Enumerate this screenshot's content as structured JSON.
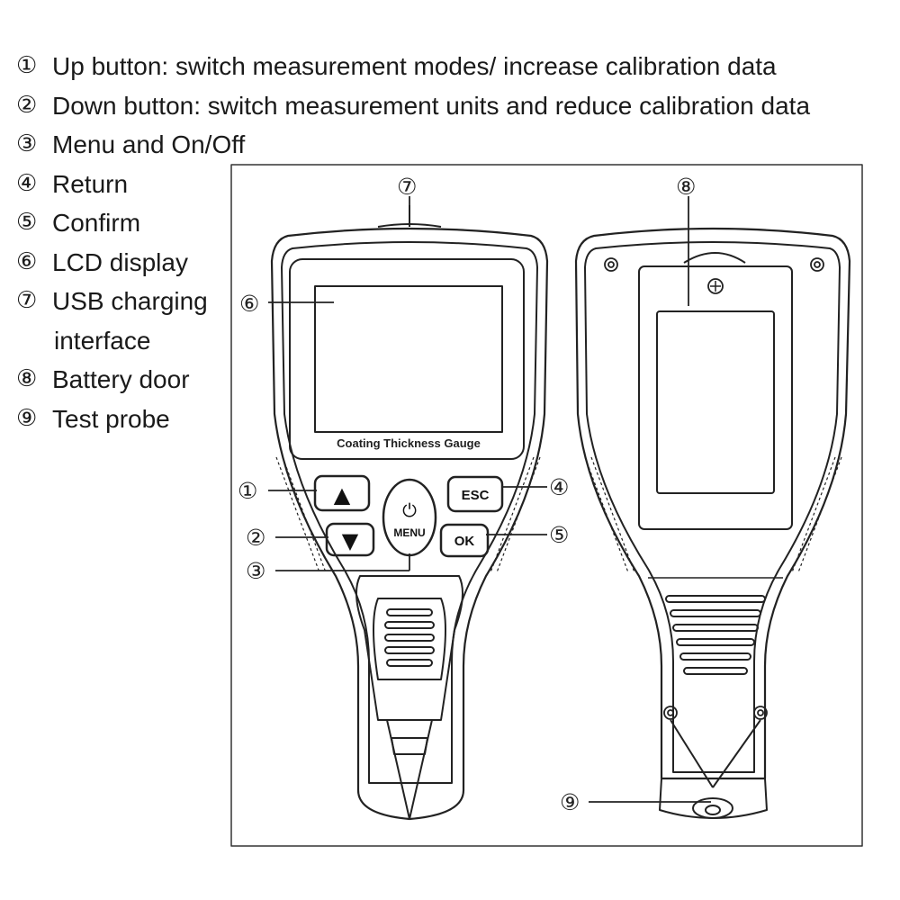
{
  "legend": [
    {
      "num": "①",
      "text": "Up button: switch measurement modes/ increase calibration data"
    },
    {
      "num": "②",
      "text": "Down button: switch measurement units and reduce calibration data"
    },
    {
      "num": "③",
      "text": "Menu and On/Off"
    },
    {
      "num": "④",
      "text": "Return"
    },
    {
      "num": "⑤",
      "text": "Confirm"
    },
    {
      "num": "⑥",
      "text": "LCD display"
    },
    {
      "num": "⑦",
      "text": "USB charging",
      "text2": "interface"
    },
    {
      "num": "⑧",
      "text": "Battery door"
    },
    {
      "num": "⑨",
      "text": "Test probe"
    }
  ],
  "device": {
    "label": "Coating Thickness Gauge",
    "esc_label": "ESC",
    "ok_label": "OK",
    "menu_label": "MENU",
    "power_glyph": "⏻",
    "up_glyph": "▲",
    "down_glyph": "▼"
  },
  "callouts": {
    "c1": "①",
    "c2": "②",
    "c3": "③",
    "c4": "④",
    "c5": "⑤",
    "c6": "⑥",
    "c7": "⑦",
    "c8": "⑧",
    "c9": "⑨"
  }
}
